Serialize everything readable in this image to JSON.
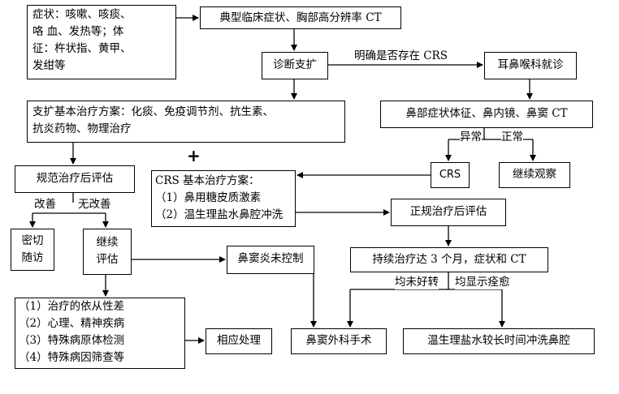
{
  "nodes": {
    "symptoms": [
      "症状：咳嗽、咳痰、",
      "咯 血、发热等；体",
      "征：杵状指、黄甲、",
      "发绀等"
    ],
    "clinical": "典型临床症状、胸部高分辨率 CT",
    "diagnosis": "诊断支扩",
    "ent": "耳鼻喉科就诊",
    "bx_treatment": [
      "支扩基本治疗方案：化痰、免疫调节剂、抗生素、",
      "抗炎药物、物理治疗"
    ],
    "nasal_exam": "鼻部症状体征、鼻内镜、鼻窦 CT",
    "crs": "CRS",
    "observe": "继续观察",
    "eval_standard": "规范治疗后评估",
    "crs_treatment": [
      "CRS 基本治疗方案：",
      "（1）鼻用糖皮质激素",
      "（2）温生理盐水鼻腔冲洗"
    ],
    "regular_eval": "正规治疗后评估",
    "follow": [
      "密切",
      "随访"
    ],
    "continue_eval": [
      "继续",
      "评估"
    ],
    "sinusitis_uncontrolled": "鼻窦炎未控制",
    "three_month": "持续治疗达 3 个月，症状和 CT",
    "factors": [
      "（1）治疗的依从性差",
      "（2）心理、精神疾病",
      "（3）特殊病原体检测",
      "（4）特殊病因筛查等"
    ],
    "handle": "相应处理",
    "surgery": "鼻窦外科手术",
    "rinse": "温生理盐水较长时间冲洗鼻腔"
  },
  "labels": {
    "crs_question": "明确是否存在 CRS",
    "abnormal": "异常",
    "normal": "正常",
    "improve": "改善",
    "no_improve": "无改善",
    "not_better": "均未好转",
    "healed": "均显示痊愈",
    "plus": "+"
  }
}
